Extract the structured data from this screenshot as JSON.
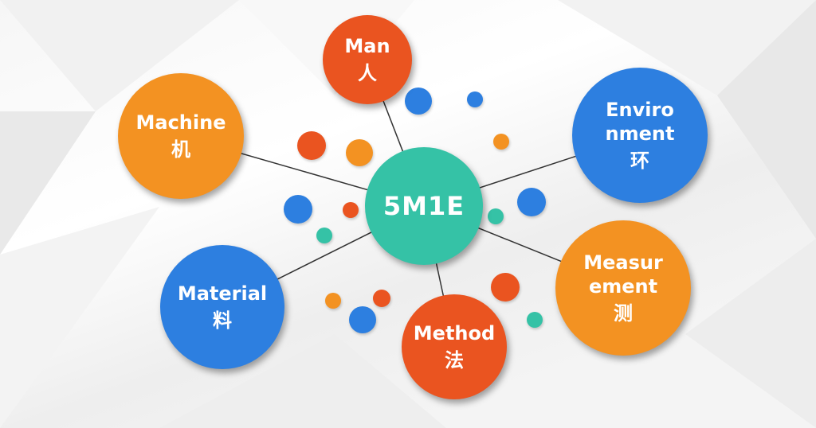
{
  "center": {
    "label": "5M1E"
  },
  "nodes": {
    "man": {
      "label": "Man",
      "cn": "人"
    },
    "machine": {
      "label": "Machine",
      "cn": "机"
    },
    "material": {
      "label": "Material",
      "cn": "料"
    },
    "method": {
      "label": "Method",
      "cn": "法"
    },
    "environment": {
      "label_line1": "Enviro",
      "label_line2": "nment",
      "cn": "环"
    },
    "measurement": {
      "label_line1": "Measur",
      "label_line2": "ement",
      "cn": "测"
    }
  },
  "colors": {
    "red": "#ea5420",
    "orange": "#f39222",
    "blue": "#2d7fe0",
    "teal": "#35c2a6"
  }
}
